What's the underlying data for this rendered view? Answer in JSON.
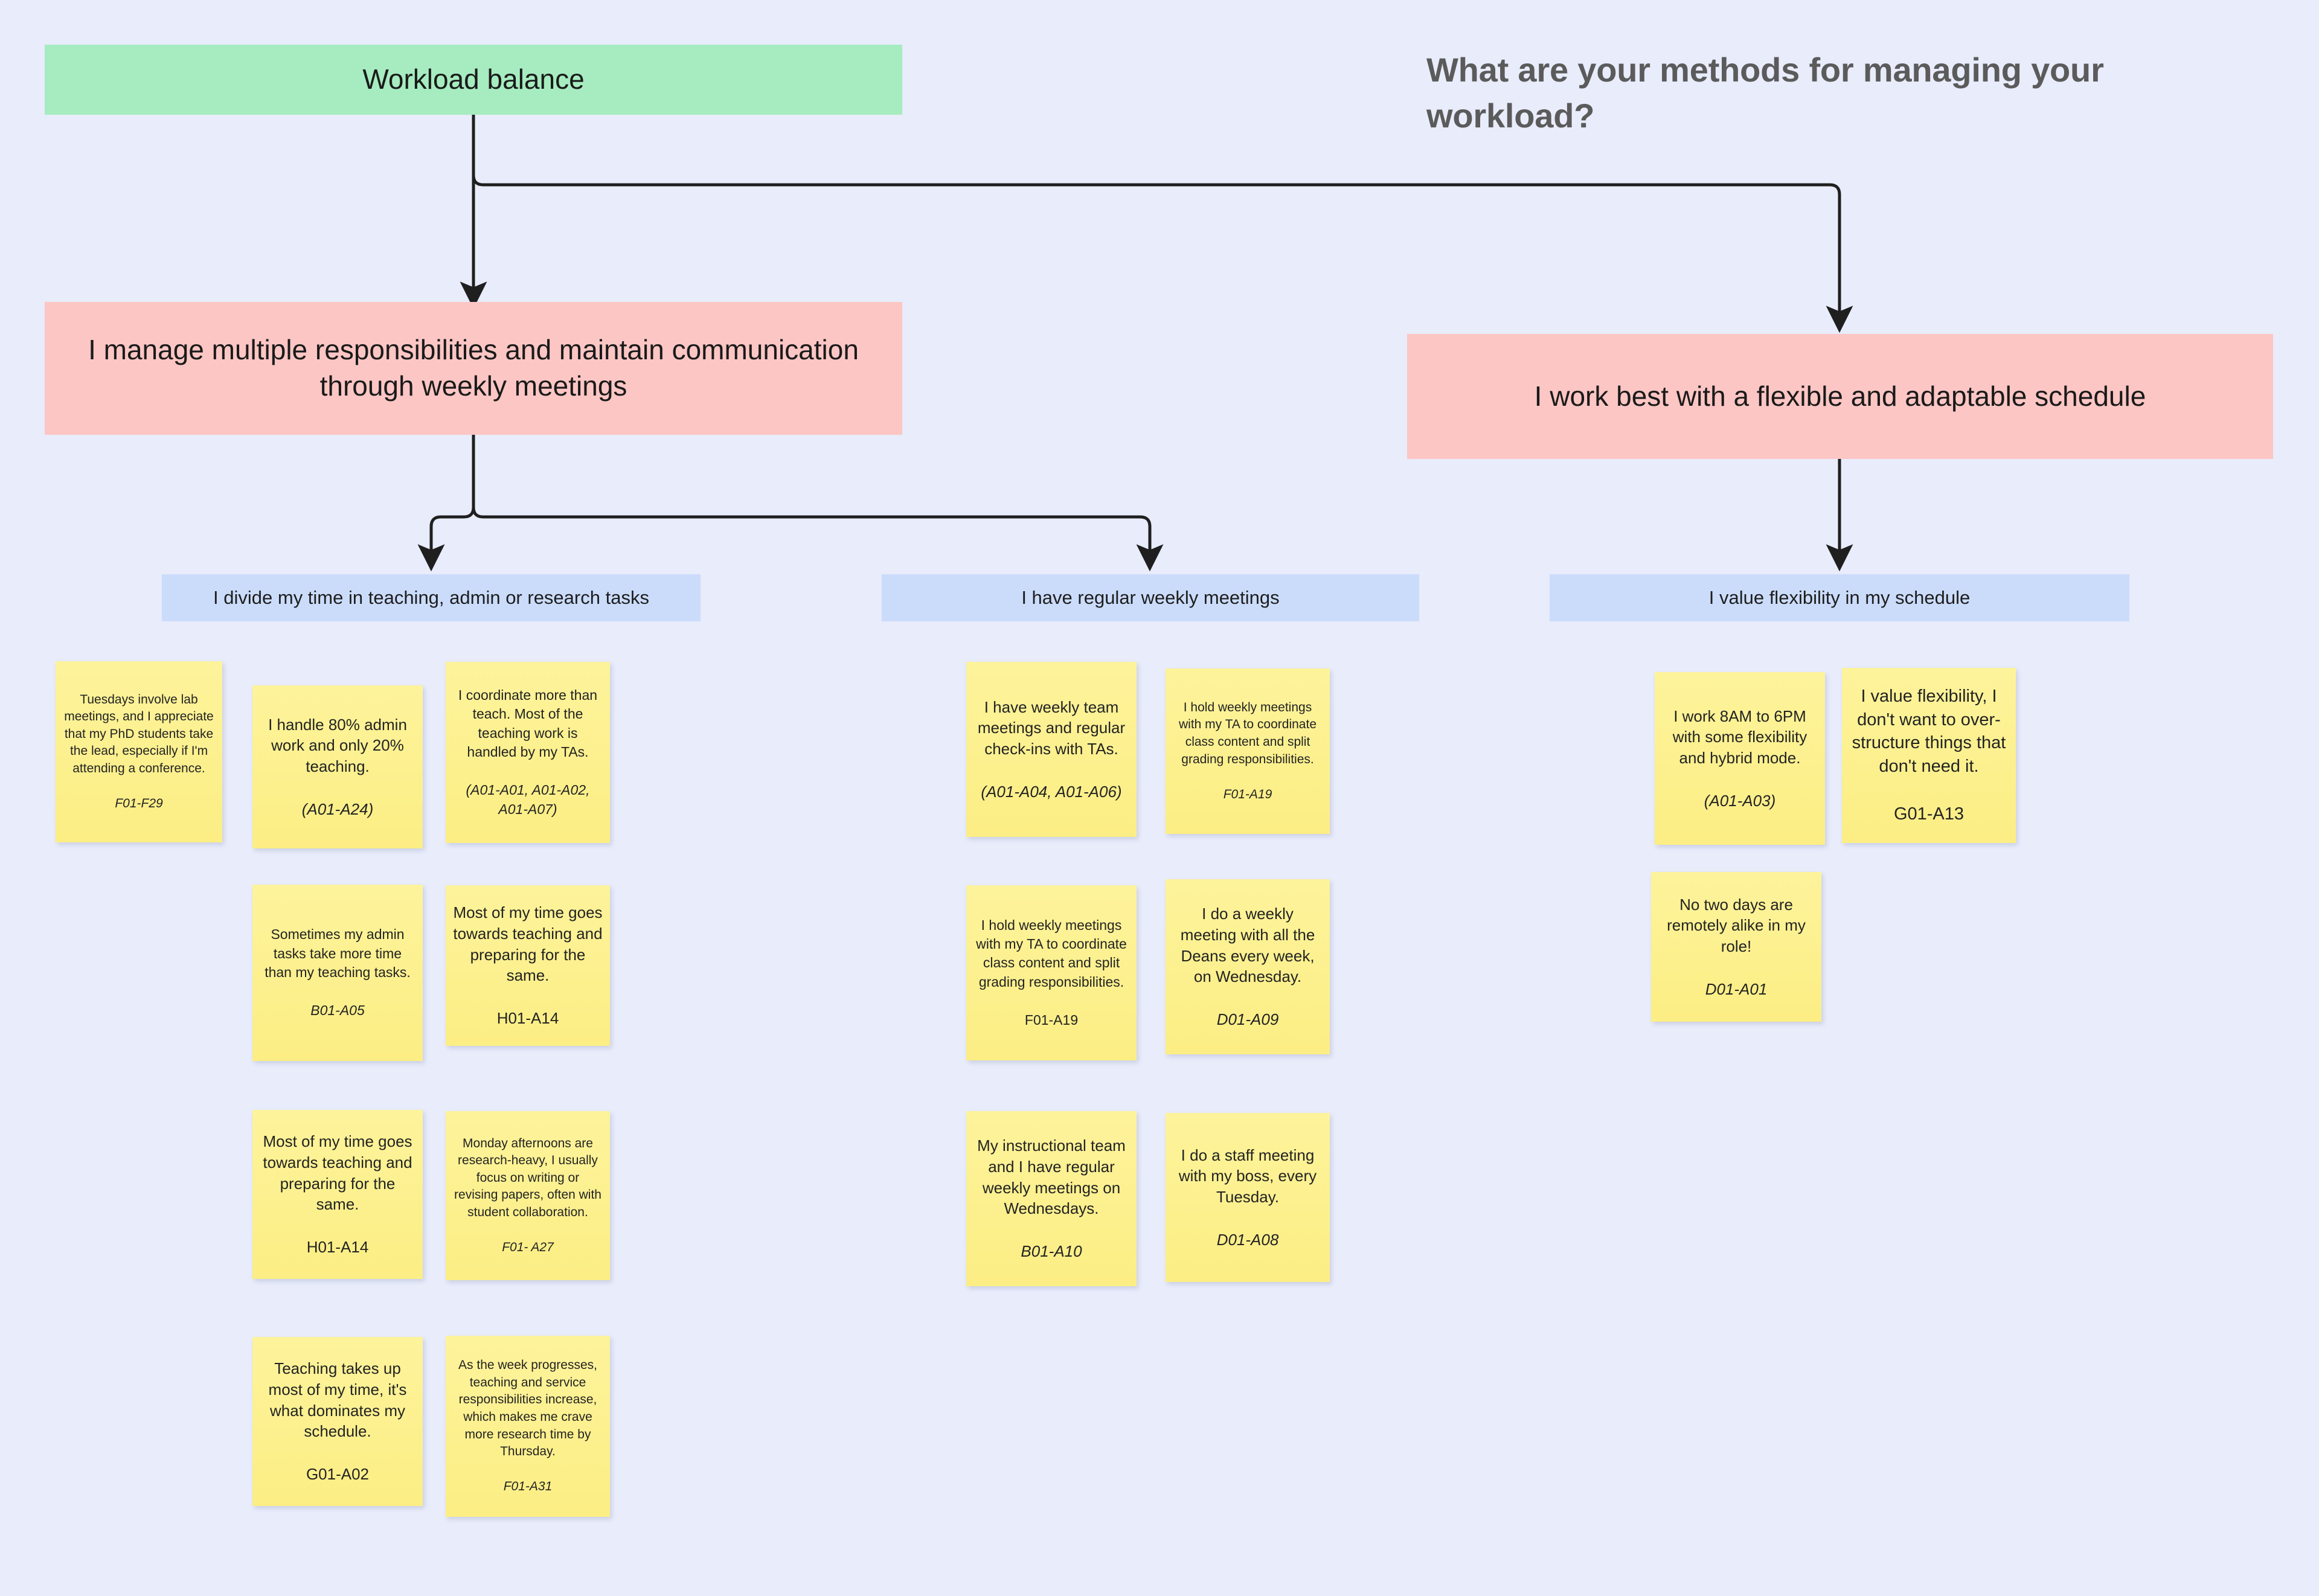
{
  "question": "What are your methods for managing your workload?",
  "colors": {
    "background": "#e8ecfb",
    "root": "#a6ecc0",
    "theme": "#fcc6c4",
    "category": "#cbdcfb",
    "note": "#fdf08a",
    "connector": "#1f1f1f",
    "question_text": "#5b5b5b"
  },
  "root": {
    "label": "Workload balance"
  },
  "themes": [
    {
      "id": "theme-left",
      "label": "I manage multiple responsibilities and maintain communication through weekly meetings"
    },
    {
      "id": "theme-right",
      "label": "I work best with a flexible and adaptable schedule"
    }
  ],
  "categories": [
    {
      "id": "cat-divide-time",
      "label": "I divide my time in teaching, admin or research tasks"
    },
    {
      "id": "cat-weekly-meet",
      "label": "I have regular weekly meetings"
    },
    {
      "id": "cat-flexibility",
      "label": "I value flexibility in my schedule"
    }
  ],
  "notes": [
    {
      "id": "n1",
      "column": "cat-divide-time",
      "body": "Tuesdays involve lab meetings, and I appreciate that my PhD students take the lead, especially if I'm attending a conference.",
      "code": "F01-F29",
      "code_italic": true,
      "size": "xs"
    },
    {
      "id": "n2",
      "column": "cat-divide-time",
      "body": "I handle 80% admin work and only 20% teaching.",
      "code": "(A01-A24)",
      "code_italic": true,
      "size": "md"
    },
    {
      "id": "n3",
      "column": "cat-divide-time",
      "body": "I coordinate more than teach. Most of the teaching work is handled by my TAs.",
      "code": "(A01-A01, A01-A02, A01-A07)",
      "code_italic": true,
      "size": "sm"
    },
    {
      "id": "n4",
      "column": "cat-divide-time",
      "body": "Sometimes my admin tasks take more time than my teaching tasks.",
      "code": "B01-A05",
      "code_italic": true,
      "size": "sm"
    },
    {
      "id": "n5",
      "column": "cat-divide-time",
      "body": "Most of my time goes towards teaching and preparing for the same.",
      "code": "H01-A14",
      "code_italic": false,
      "size": "md"
    },
    {
      "id": "n6",
      "column": "cat-divide-time",
      "body": "Most of my time goes towards teaching and preparing for the same.",
      "code": "H01-A14",
      "code_italic": false,
      "size": "md"
    },
    {
      "id": "n7",
      "column": "cat-divide-time",
      "body": "Monday afternoons are research-heavy, I usually focus on writing or revising papers, often with student collaboration.",
      "code": "F01- A27",
      "code_italic": true,
      "size": "xs"
    },
    {
      "id": "n8",
      "column": "cat-divide-time",
      "body": "Teaching takes up most of my time, it's what dominates my schedule.",
      "code": "G01-A02",
      "code_italic": false,
      "size": "md"
    },
    {
      "id": "n9",
      "column": "cat-divide-time",
      "body": "As the week progresses, teaching and service responsibilities increase, which makes me crave more research time by Thursday.",
      "code": "F01-A31",
      "code_italic": true,
      "size": "xs"
    },
    {
      "id": "n10",
      "column": "cat-weekly-meet",
      "body": "I have weekly team meetings and regular check-ins with TAs.",
      "code": "(A01-A04, A01-A06)",
      "code_italic": true,
      "size": "md"
    },
    {
      "id": "n11",
      "column": "cat-weekly-meet",
      "body": "I hold weekly meetings with my TA to coordinate class content and split grading responsibilities.",
      "code": "F01-A19",
      "code_italic": true,
      "size": "xs"
    },
    {
      "id": "n12",
      "column": "cat-weekly-meet",
      "body": "I hold weekly meetings with my TA to coordinate class content and split grading responsibilities.",
      "code": "F01-A19",
      "code_italic": false,
      "size": "sm"
    },
    {
      "id": "n13",
      "column": "cat-weekly-meet",
      "body": "I do a weekly meeting with all the Deans every week, on Wednesday.",
      "code": "D01-A09",
      "code_italic": true,
      "size": "md"
    },
    {
      "id": "n14",
      "column": "cat-weekly-meet",
      "body": "My instructional team and I have regular weekly meetings on Wednesdays.",
      "code": "B01-A10",
      "code_italic": true,
      "size": "md"
    },
    {
      "id": "n15",
      "column": "cat-weekly-meet",
      "body": "I do a staff meeting with my boss, every Tuesday.",
      "code": "D01-A08",
      "code_italic": true,
      "size": "md"
    },
    {
      "id": "n16",
      "column": "cat-flexibility",
      "body": "I work 8AM to 6PM with some flexibility and hybrid mode.",
      "code": "(A01-A03)",
      "code_italic": true,
      "size": "md"
    },
    {
      "id": "n17",
      "column": "cat-flexibility",
      "body": "I value flexibility, I don't want to over-structure things that don't need it.",
      "code": "G01-A13",
      "code_italic": false,
      "size": "lg"
    },
    {
      "id": "n18",
      "column": "cat-flexibility",
      "body": "No two days are remotely alike in my role!",
      "code": "D01-A01",
      "code_italic": true,
      "size": "md"
    }
  ]
}
